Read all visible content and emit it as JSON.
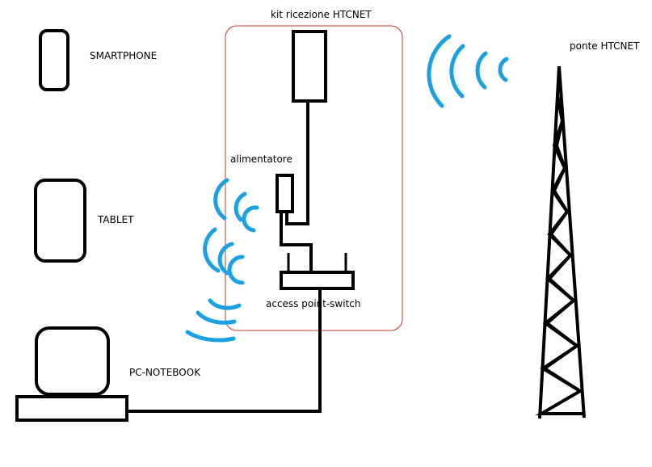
{
  "labels": {
    "smartphone": "SMARTPHONE",
    "tablet": "TABLET",
    "pc_notebook": "PC-NOTEBOOK",
    "kit": "kit ricezione HTCNET",
    "alimentatore": "alimentatore",
    "access_point": "access  point-switch",
    "ponte": "ponte HTCNET"
  },
  "colors": {
    "line": "#000000",
    "wifi": "#1ba1e2",
    "enclosure": "#c0392b"
  }
}
